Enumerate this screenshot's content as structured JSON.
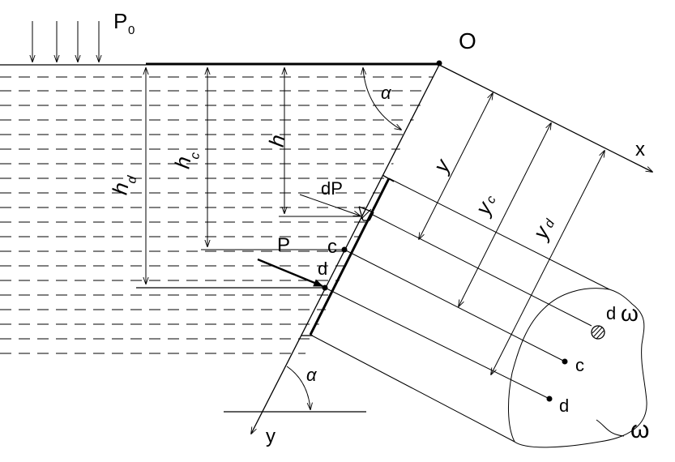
{
  "labels": {
    "p0_main": "P",
    "p0_sub": "0",
    "origin": "O",
    "x_axis": "x",
    "y_axis": "y",
    "alpha_top": "α",
    "alpha_bottom": "α",
    "h": "h",
    "hc_main": "h",
    "hc_sub": "c",
    "hd_main": "h",
    "hd_sub": "d",
    "y": "y",
    "yc_main": "y",
    "yc_sub": "c",
    "yd_main": "y",
    "yd_sub": "d",
    "dP": "dP",
    "P": "P",
    "c_plate": "c",
    "d_plate": "d",
    "d_omega": "d",
    "omega_small": "ω",
    "c_area": "c",
    "d_area": "d",
    "omega_big": "ω"
  }
}
